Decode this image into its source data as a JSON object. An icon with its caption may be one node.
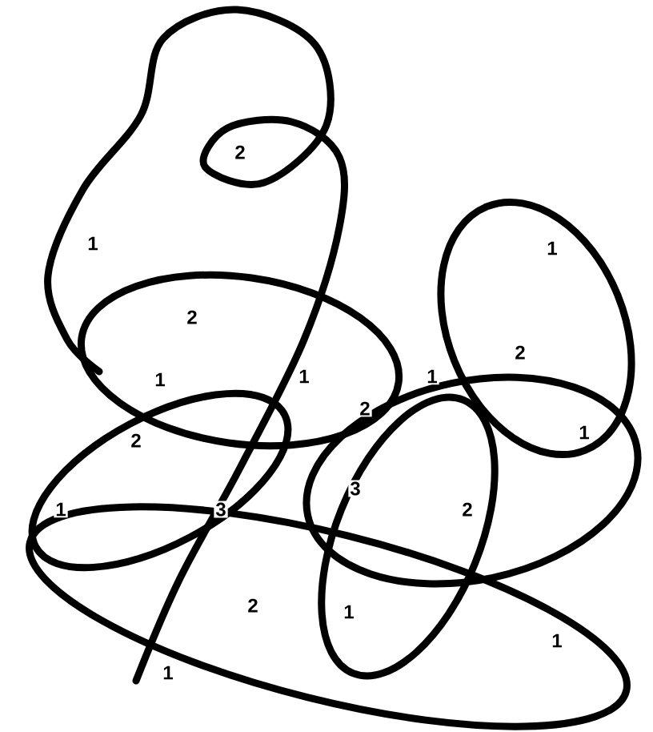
{
  "diagram": {
    "labels": [
      "2",
      "1",
      "1",
      "2",
      "2",
      "1",
      "1",
      "1",
      "2",
      "1",
      "2",
      "3",
      "1",
      "3",
      "2",
      "2",
      "1",
      "1",
      "1"
    ]
  }
}
